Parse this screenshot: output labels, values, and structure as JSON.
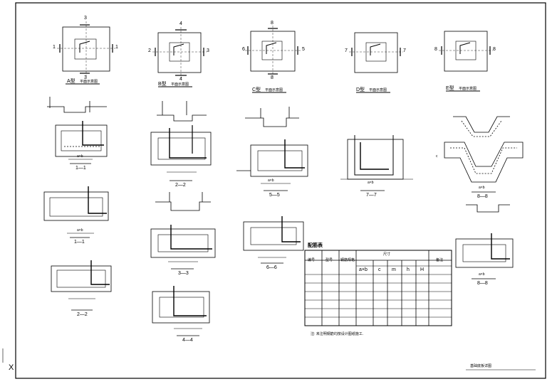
{
  "plans": [
    {
      "title": "A型",
      "note": "平面示意图",
      "sec_left": "1",
      "sec_right": "1",
      "sec_top": "3",
      "sec_bottom": "3"
    },
    {
      "title": "B型",
      "note": "平面示意图",
      "sec_left": "2",
      "sec_right": "3",
      "sec_top": "4",
      "sec_bottom": "4"
    },
    {
      "title": "C型",
      "note": "平面示意图",
      "sec_left": "6",
      "sec_right": "5",
      "sec_top": "8",
      "sec_bottom": "8"
    },
    {
      "title": "D型",
      "note": "平面示意图",
      "sec_left": "7",
      "sec_right": "7",
      "sec_top": "",
      "sec_bottom": ""
    },
    {
      "title": "E型",
      "note": "平面示意图",
      "sec_left": "8",
      "sec_right": "8",
      "sec_top": "",
      "sec_bottom": ""
    }
  ],
  "sections": {
    "s1_1": "1—1",
    "s1_1b": "1—1",
    "s2_2": "2—2",
    "s3_3": "3—3",
    "s4_4": "4—4",
    "s5_5": "5—5",
    "s6_6": "6—6",
    "s7_7": "7—7",
    "s8_8": "8—8"
  },
  "dim_labels": {
    "axb": "a×b",
    "c": "c"
  },
  "table": {
    "title": "配筋表",
    "headers": [
      "编号",
      "型号",
      "钢筋规格",
      "a×b",
      "c",
      "m",
      "h",
      "H",
      "备注"
    ],
    "group_header": "尺寸",
    "rows": 7
  },
  "note": "注: 未注明钢筋均按设计图纸施工.",
  "drawing_title": "基础底板详图",
  "corner_mark": "X"
}
